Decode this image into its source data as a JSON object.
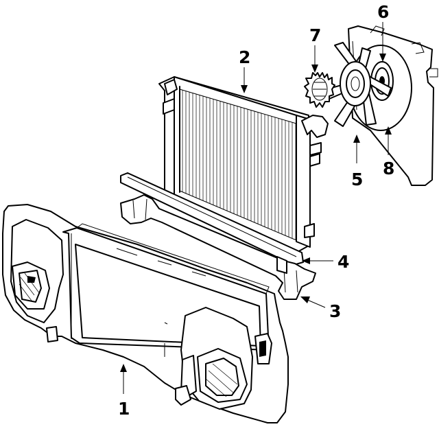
{
  "callouts": [
    {
      "id": "1",
      "label": "1"
    },
    {
      "id": "2",
      "label": "2"
    },
    {
      "id": "3",
      "label": "3"
    },
    {
      "id": "4",
      "label": "4"
    },
    {
      "id": "5",
      "label": "5"
    },
    {
      "id": "6",
      "label": "6"
    },
    {
      "id": "7",
      "label": "7"
    },
    {
      "id": "8",
      "label": "8"
    }
  ],
  "parts": [
    {
      "id": "1",
      "icon": "radiator-support-panel"
    },
    {
      "id": "2",
      "icon": "radiator-core"
    },
    {
      "id": "3",
      "icon": "lower-support-bracket"
    },
    {
      "id": "4",
      "icon": "support-bar"
    },
    {
      "id": "5",
      "icon": "fan-blade"
    },
    {
      "id": "6",
      "icon": "fan-pulley"
    },
    {
      "id": "7",
      "icon": "fan-clutch"
    },
    {
      "id": "8",
      "icon": "fan-shroud"
    }
  ]
}
